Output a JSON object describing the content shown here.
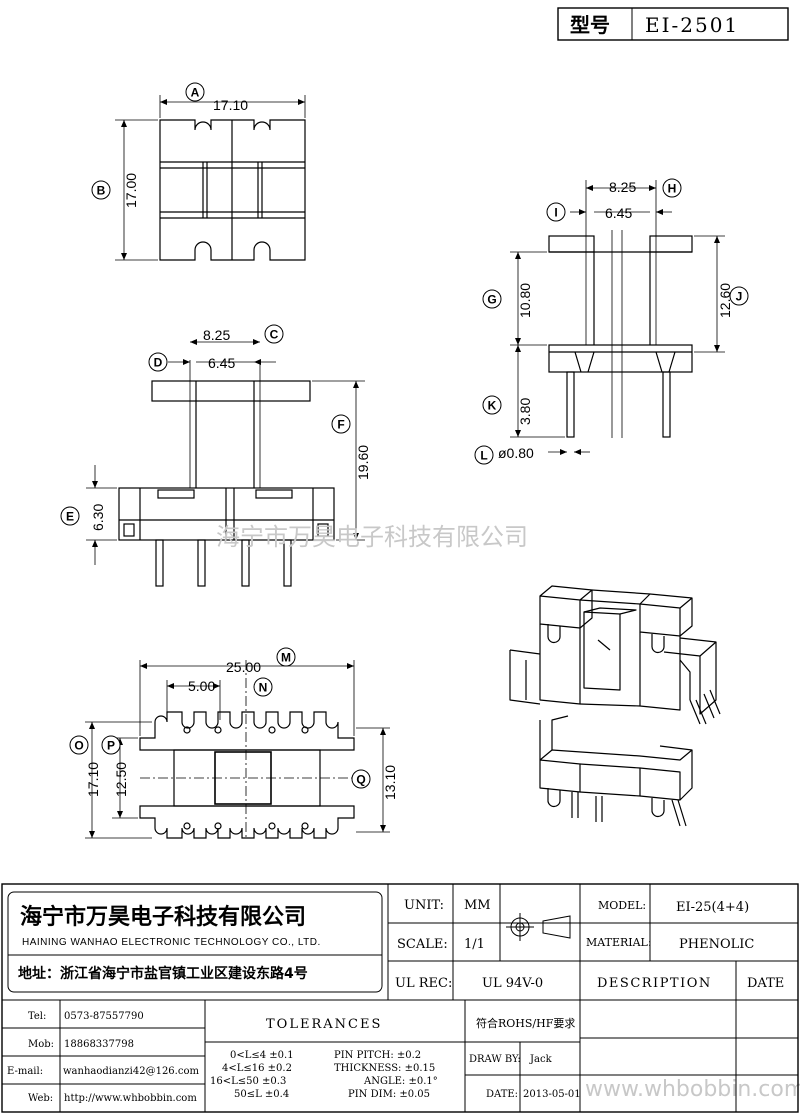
{
  "model_box": {
    "label": "型号",
    "value": "EI-2501"
  },
  "dimensions": {
    "A": "17.10",
    "B": "17.00",
    "C": "8.25",
    "D": "6.45",
    "E": "6.30",
    "F": "19.60",
    "H": "8.25",
    "I": "6.45",
    "G": "10.80",
    "J": "12.60",
    "K": "3.80",
    "L": "ø0.80",
    "M": "25.00",
    "N": "5.00",
    "O": "17.10",
    "P": "12.50",
    "Q": "13.10"
  },
  "callouts": [
    "A",
    "B",
    "C",
    "D",
    "E",
    "F",
    "G",
    "H",
    "I",
    "J",
    "K",
    "L",
    "M",
    "N",
    "O",
    "P",
    "Q"
  ],
  "watermark": "海宁市万昊电子科技有限公司",
  "watermark_url": "www.whbobbin.com",
  "company": {
    "name_cn": "海宁市万昊电子科技有限公司",
    "name_en": "HAINING WANHAO ELECTRONIC TECHNOLOGY CO., LTD.",
    "address": "地址：浙江省海宁市盐官镇工业区建设东路4号"
  },
  "title_block": {
    "unit_label": "UNIT:",
    "unit_value": "MM",
    "scale_label": "SCALE:",
    "scale_value": "1/1",
    "ulrec_label": "UL REC:",
    "ulrec_value": "UL 94V-0",
    "model_label": "MODEL:",
    "model_value": "EI-25(4+4)",
    "material_label": "MATERIAL:",
    "material_value": "PHENOLIC",
    "description_label": "DESCRIPTION",
    "date_label": "DATE"
  },
  "contacts": [
    {
      "label": "Tel:",
      "value": "0573-87557790"
    },
    {
      "label": "Mob:",
      "value": "18868337798"
    },
    {
      "label": "E-mail:",
      "value": "wanhaodianzi42@126.com"
    },
    {
      "label": "Web:",
      "value": "http://www.whbobbin.com"
    }
  ],
  "tolerances": {
    "title": "TOLERANCES",
    "ranges": [
      "0<L≤4 ±0.1",
      "4<L≤16 ±0.2",
      "16<L≤50 ±0.3",
      "50≤L ±0.4"
    ],
    "specs": [
      "PIN PITCH: ±0.2",
      "THICKNESS: ±0.15",
      "ANGLE: ±0.1°",
      "PIN DIM: ±0.05"
    ]
  },
  "rohs": "符合ROHS/HF要求",
  "draw_by_label": "DRAW BY:",
  "draw_by_value": "Jack",
  "date_label2": "DATE:",
  "date_value": "2013-05-01"
}
